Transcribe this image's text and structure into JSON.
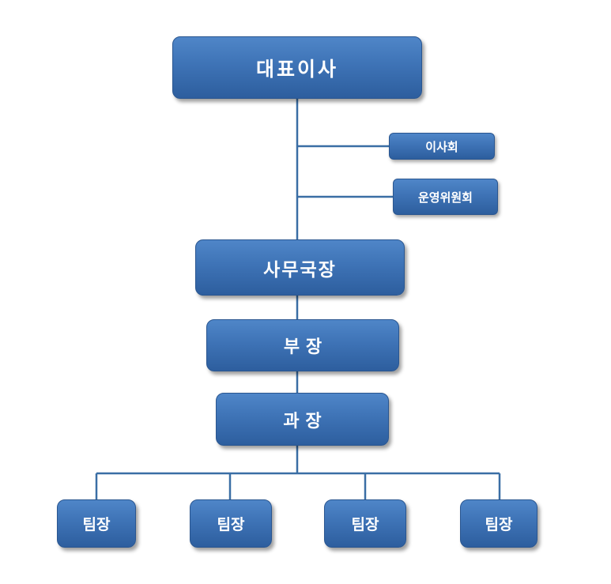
{
  "nodes": {
    "ceo": "대표이사",
    "board": "이사회",
    "committee": "운영위원회",
    "director": "사무국장",
    "manager": "부 장",
    "section_chief": "과 장",
    "team_leaders": [
      "팀장",
      "팀장",
      "팀장",
      "팀장"
    ]
  },
  "colors": {
    "box_fill": "#3e73b6",
    "box_border": "#2a5690",
    "connector": "#3a6ea5",
    "text": "#ffffff"
  }
}
